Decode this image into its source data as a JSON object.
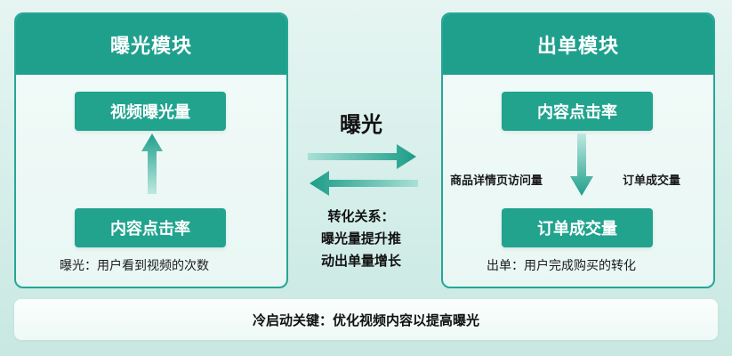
{
  "exposure_module": {
    "title": "曝光模块",
    "metric_box": "视频曝光量",
    "driver_box": "内容点击率",
    "caption": "曝光：用户看到视频的次数"
  },
  "order_module": {
    "title": "出单模块",
    "driver_box": "内容点击率",
    "metric_box": "订单成交量",
    "left_label": "商品详情页访问量",
    "right_label": "订单成交量",
    "caption": "出单：用户完成购买的转化"
  },
  "center": {
    "title": "曝光",
    "relation_line1": "转化关系：",
    "relation_line2": "曝光量提升推",
    "relation_line3": "动出单量增长"
  },
  "footer": {
    "text": "冷启动关键：优化视频内容以提高曝光"
  },
  "colors": {
    "primary": "#1fa08c",
    "arrow_gradient_start": "#a8e0d6",
    "arrow_gradient_end": "#1c9c88"
  }
}
